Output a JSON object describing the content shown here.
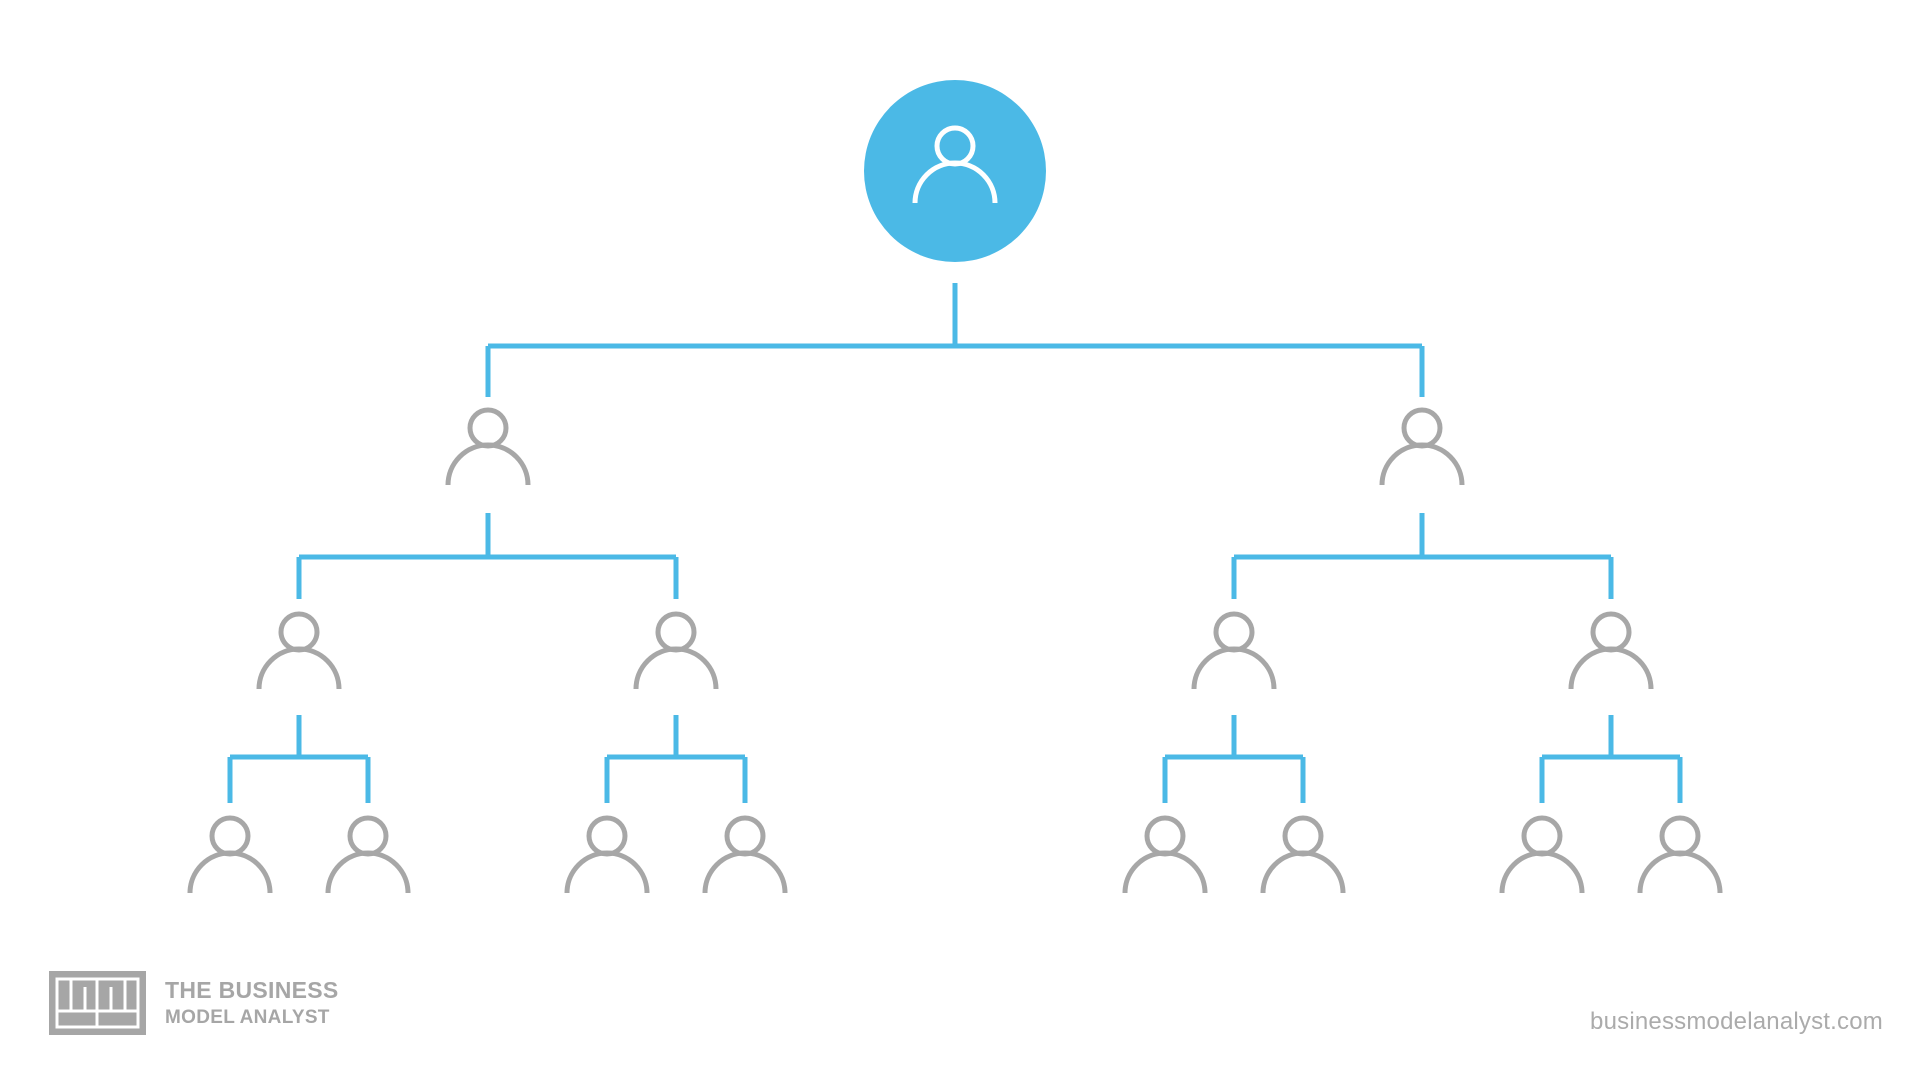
{
  "diagram": {
    "type": "org-hierarchy",
    "levels": [
      1,
      2,
      4,
      8
    ],
    "colors": {
      "connector": "#4bb9e6",
      "root_fill": "#4bb9e6",
      "root_icon": "#ffffff",
      "person_icon": "#a7a7a7"
    },
    "icon": "person-icon"
  },
  "branding": {
    "logo_icon": "book-logo-icon",
    "line1": "THE BUSINESS",
    "line2": "MODEL ANALYST",
    "website": "businessmodelanalyst.com",
    "text_color": "#a6a6a6"
  }
}
